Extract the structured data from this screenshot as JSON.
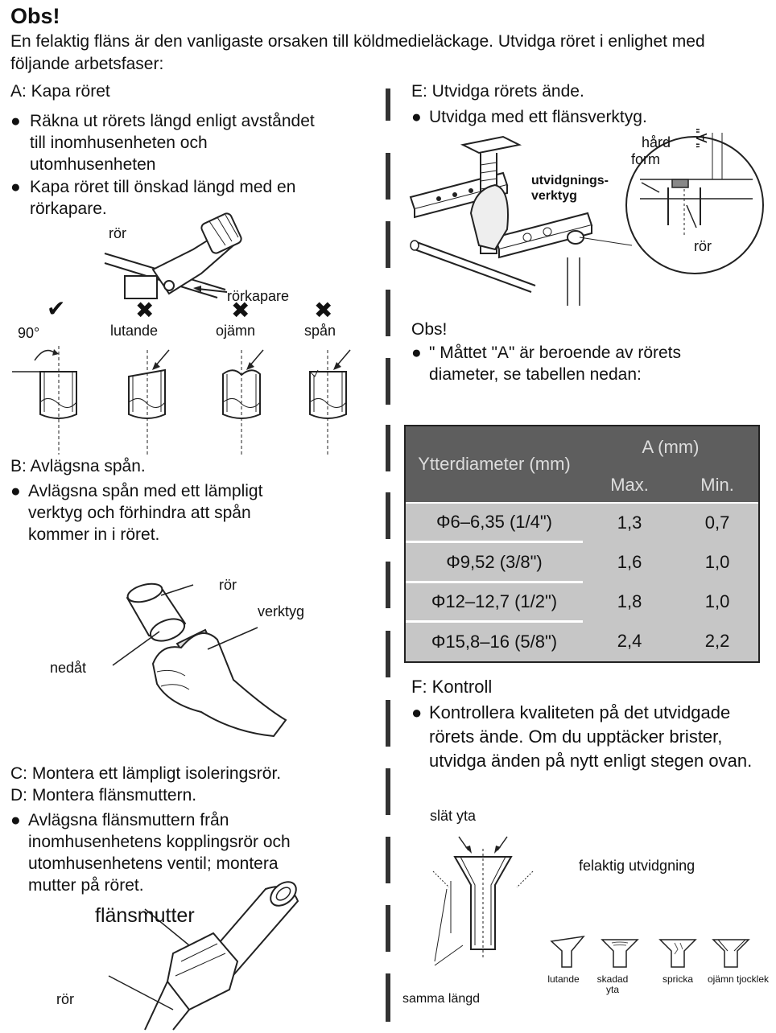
{
  "header": {
    "title": "Obs!",
    "intro": "En felaktig fläns är den vanligaste orsaken till köldmedieläckage. Utvidga röret i enlighet med följande arbetsfaser:"
  },
  "sectionA": {
    "heading": "A: Kapa röret",
    "bullets": [
      "Räkna ut rörets längd enligt avståndet till inomhusenheten och utomhusenheten",
      "Kapa röret till önskad längd med en rörkapare."
    ],
    "labels": {
      "pipe": "rör",
      "cutter": "rörkapare",
      "angle": "90°",
      "slanted": "lutande",
      "uneven": "ojämn",
      "burr": "spån"
    }
  },
  "sectionB": {
    "heading": "B: Avlägsna spån.",
    "bullet": "Avlägsna spån med ett lämpligt verktyg och förhindra att spån kommer in i röret.",
    "labels": {
      "pipe": "rör",
      "tool": "verktyg",
      "down": "nedåt"
    }
  },
  "sectionCD": {
    "headingC": "C: Montera ett lämpligt isoleringsrör.",
    "headingD": "D: Montera flänsmuttern.",
    "bullet": "Avlägsna flänsmuttern från inomhusenhetens kopplingsrör och utomhusenhetens ventil; montera mutter på röret.",
    "labels": {
      "nut": "flänsmutter",
      "pipe": "rör"
    }
  },
  "sectionE": {
    "heading": "E: Utvidga rörets ände.",
    "bullet": "Utvidga med ett flänsverktyg.",
    "labels": {
      "hard1": "hård",
      "hard2": "form",
      "tool1": "utvidgnings-",
      "tool2": "verktyg",
      "A": "\"A\"",
      "pipe": "rör"
    }
  },
  "note": {
    "heading": "Obs!",
    "bullet": "\" Måttet \"A\" är beroende av rörets diameter, se tabellen nedan:"
  },
  "table": {
    "header_diameter": "Ytterdiameter (mm)",
    "header_a": "A (mm)",
    "header_max": "Max.",
    "header_min": "Min.",
    "rows": [
      {
        "d": "Φ6–6,35 (1/4\")",
        "max": "1,3",
        "min": "0,7"
      },
      {
        "d": "Φ9,52 (3/8\")",
        "max": "1,6",
        "min": "1,0"
      },
      {
        "d": "Φ12–12,7 (1/2\")",
        "max": "1,8",
        "min": "1,0"
      },
      {
        "d": "Φ15,8–16 (5/8\")",
        "max": "2,4",
        "min": "2,2"
      }
    ]
  },
  "sectionF": {
    "heading": "F: Kontroll",
    "bullet": "Kontrollera kvaliteten på det utvidgade rörets ände. Om du upptäcker brister, utvidga änden på nytt enligt stegen ovan.",
    "labels": {
      "smooth": "slät yta",
      "same": "samma längd",
      "faulty": "felaktig utvidgning",
      "slanted": "lutande",
      "damaged": "skadad yta",
      "crack": "spricka",
      "uneven": "ojämn tjocklek"
    }
  },
  "icons": {
    "bullet": "●",
    "check": "✔",
    "cross": "✖"
  }
}
